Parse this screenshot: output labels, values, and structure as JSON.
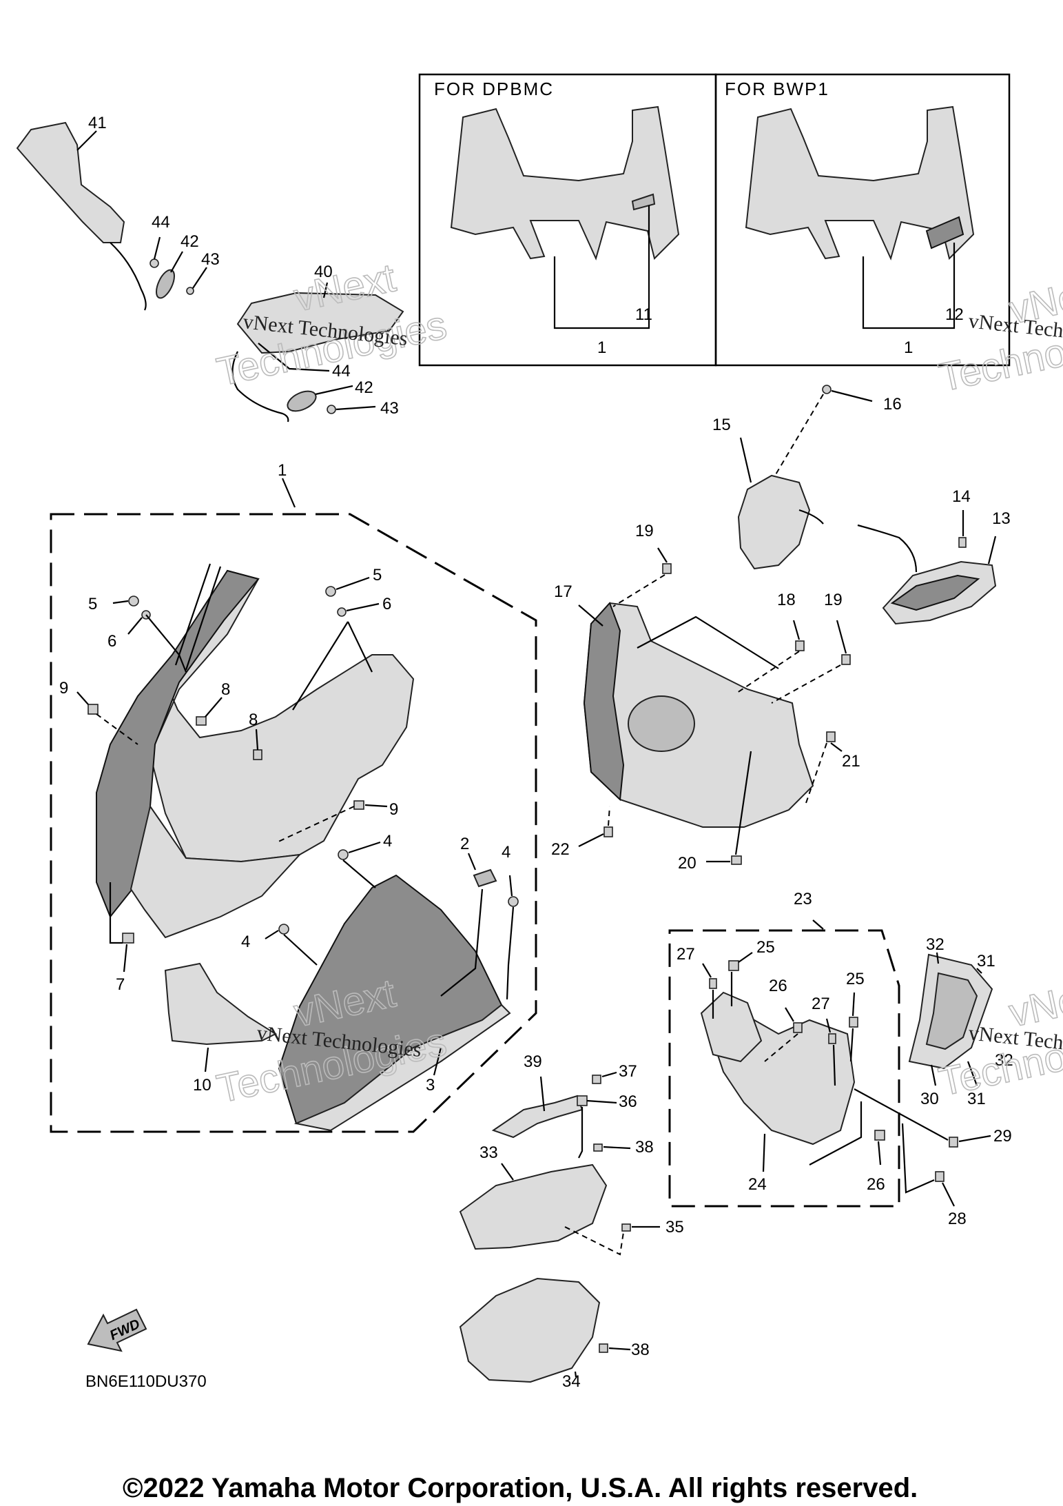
{
  "diagram": {
    "box_titles": [
      "FOR  DPBMC",
      "FOR  BWP1"
    ],
    "callouts": {
      "c1_box_a": "1",
      "c11": "11",
      "c1_box_b": "1",
      "c12": "12",
      "c41": "41",
      "c44a": "44",
      "c42a": "42",
      "c43a": "43",
      "c40": "40",
      "c44b": "44",
      "c42b": "42",
      "c43b": "43",
      "c1_group": "1",
      "c5a": "5",
      "c6a": "6",
      "c5b": "5",
      "c6b": "6",
      "c9a": "9",
      "c8a": "8",
      "c8b": "8",
      "c9b": "9",
      "c4a": "4",
      "c2": "2",
      "c4b": "4",
      "c4c": "4",
      "c7": "7",
      "c10": "10",
      "c3": "3",
      "c15": "15",
      "c16": "16",
      "c14": "14",
      "c13": "13",
      "c19a": "19",
      "c17": "17",
      "c18": "18",
      "c19b": "19",
      "c21": "21",
      "c22": "22",
      "c20": "20",
      "c23": "23",
      "c27a": "27",
      "c25a": "25",
      "c26a": "26",
      "c25b": "25",
      "c27b": "27",
      "c32a": "32",
      "c31a": "31",
      "c32b": "32",
      "c30": "30",
      "c31b": "31",
      "c29": "29",
      "c24": "24",
      "c26b": "26",
      "c28": "28",
      "c39": "39",
      "c37": "37",
      "c36": "36",
      "c38a": "38",
      "c33": "33",
      "c35": "35",
      "c38b": "38",
      "c34": "34"
    },
    "watermarks": [
      "vNext Technologies",
      "vNext Technologies",
      "vNext Technologies",
      "vNext Technologies"
    ],
    "watermark_big": [
      "vNext",
      "Technologies",
      "vNext",
      "Technologies",
      "vNext",
      "Techno",
      "vNext",
      "Techno"
    ],
    "fwd_label": "FWD",
    "diagram_code": "BN6E110DU370",
    "copyright": "©2022 Yamaha Motor Corporation, U.S.A. All rights reserved."
  }
}
